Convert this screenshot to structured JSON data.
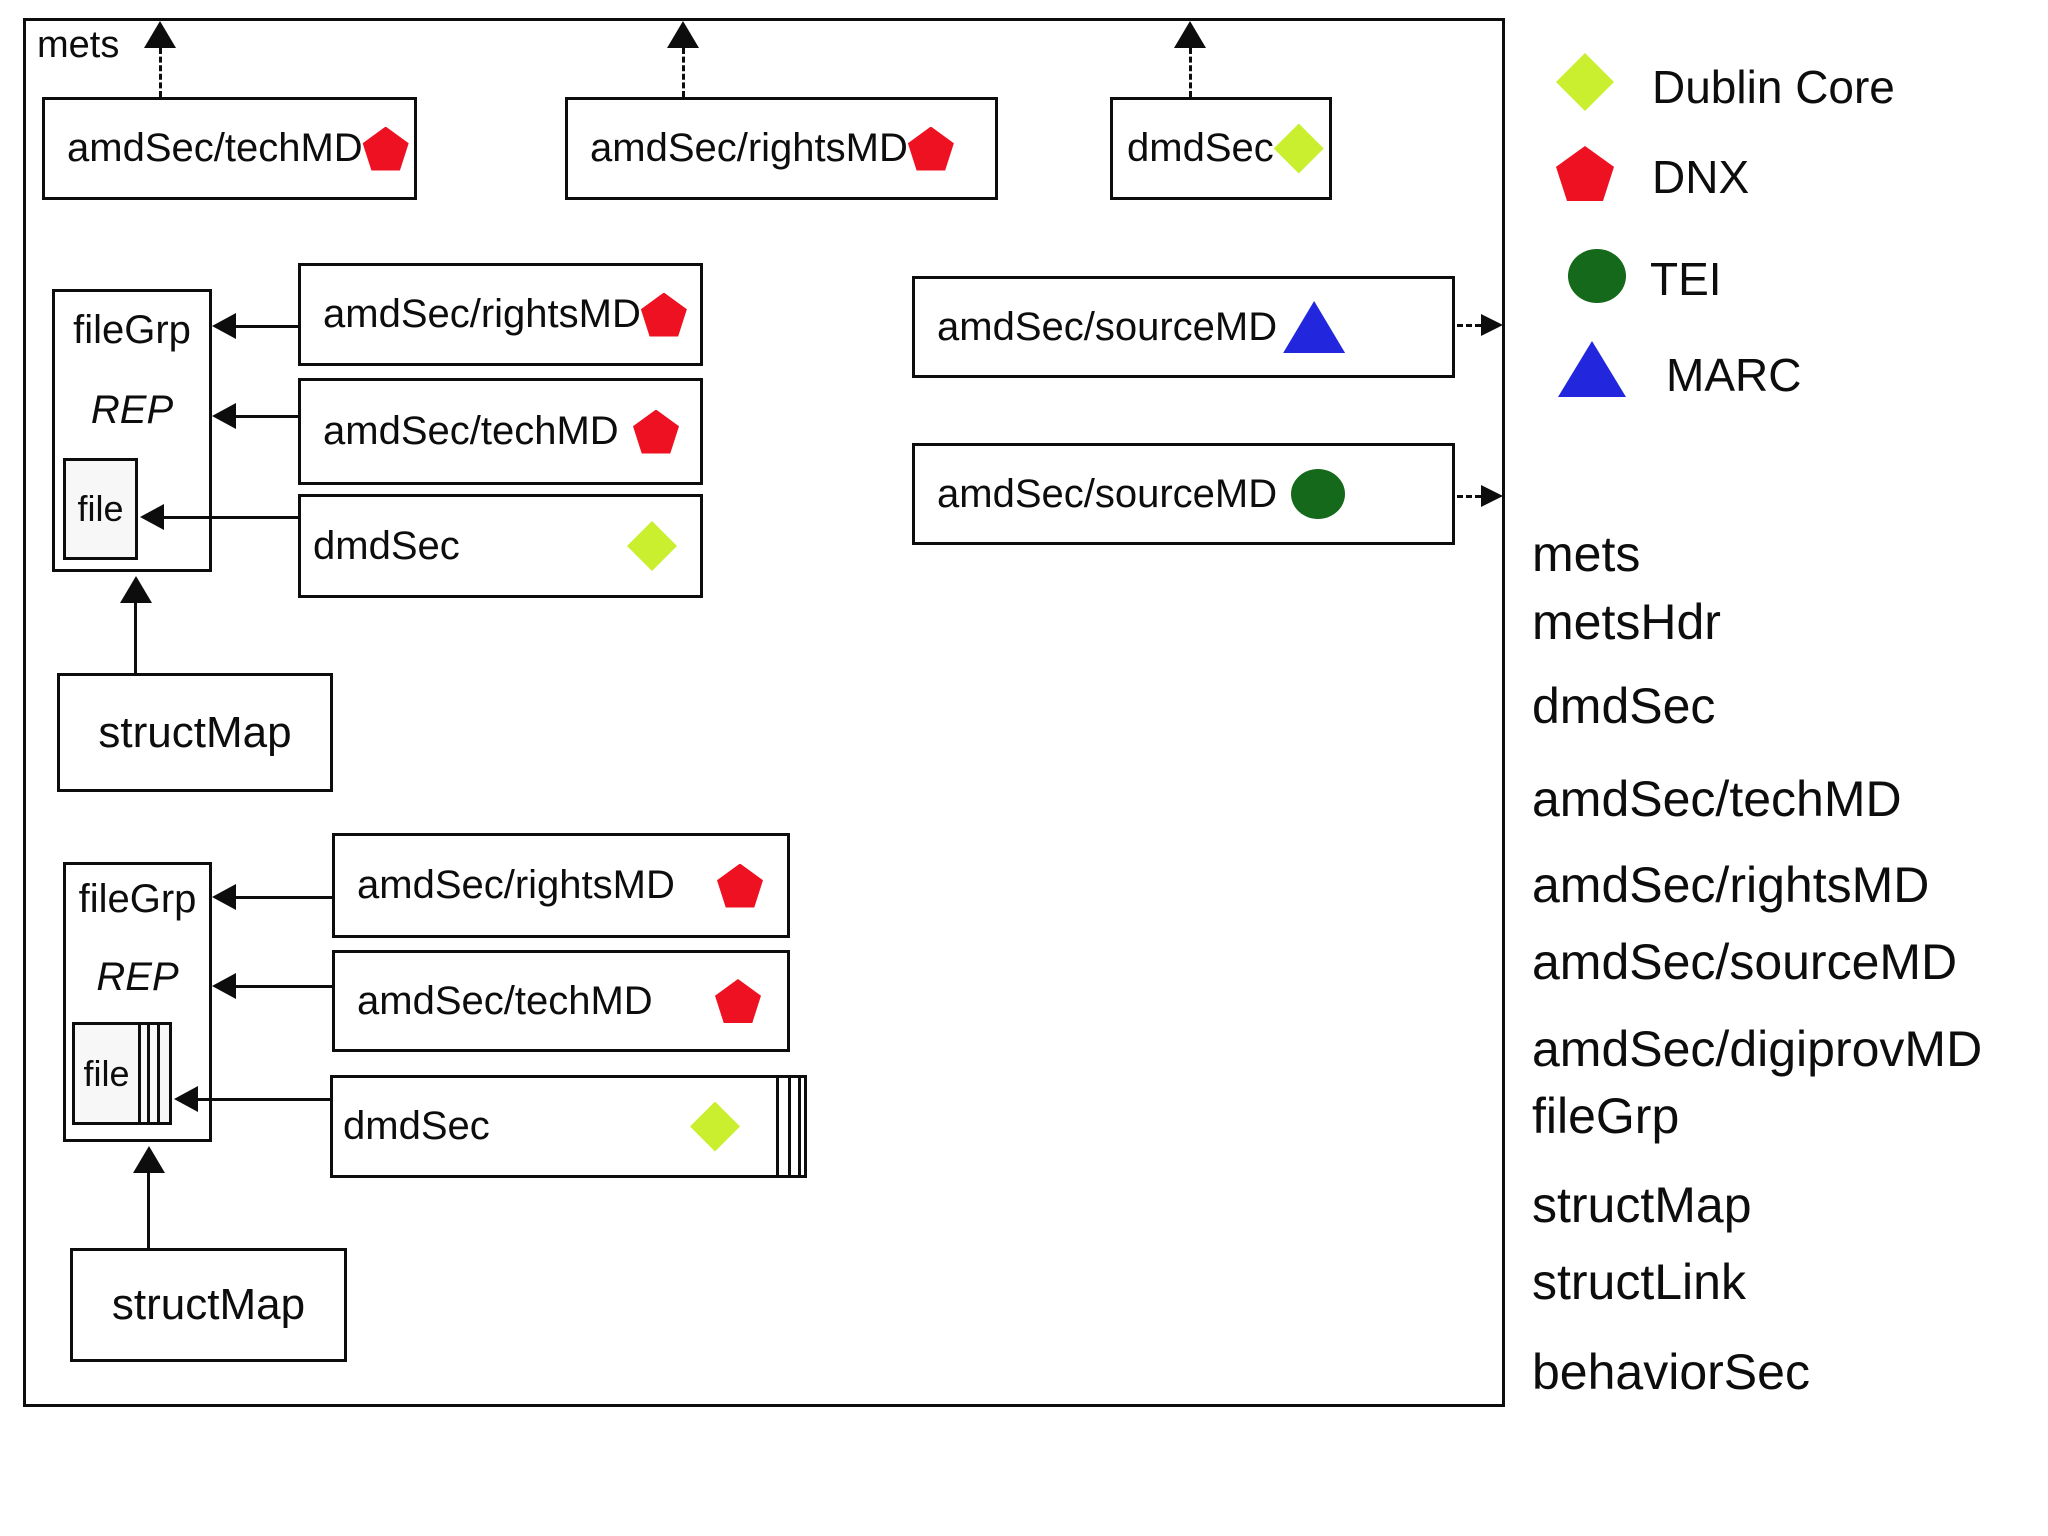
{
  "colors": {
    "dublin_core": "#c9ef2f",
    "dnx": "#ee1122",
    "tei": "#15691a",
    "marc": "#2227dd"
  },
  "container": {
    "label": "mets"
  },
  "boxes": {
    "top_techmd": "amdSec/techMD",
    "top_rightsmd": "amdSec/rightsMD",
    "top_dmdsec": "dmdSec",
    "mid_rightsmd": "amdSec/rightsMD",
    "mid_techmd": "amdSec/techMD",
    "mid_dmdsec": "dmdSec",
    "sourcemd_marc": "amdSec/sourceMD",
    "sourcemd_tei": "amdSec/sourceMD",
    "low_rightsmd": "amdSec/rightsMD",
    "low_techmd": "amdSec/techMD",
    "low_dmdsec": "dmdSec",
    "filegrp_upper": {
      "title": "fileGrp",
      "subtitle": "REP",
      "file_label": "file"
    },
    "filegrp_lower": {
      "title": "fileGrp",
      "subtitle": "REP",
      "file_label": "file"
    },
    "structmap_upper": "structMap",
    "structmap_lower": "structMap"
  },
  "legend": {
    "items": [
      {
        "label": "Dublin Core",
        "icon": "diamond"
      },
      {
        "label": "DNX",
        "icon": "pentagon"
      },
      {
        "label": "TEI",
        "icon": "circle"
      },
      {
        "label": "MARC",
        "icon": "triangle"
      }
    ]
  },
  "element_list": [
    "mets",
    "metsHdr",
    "dmdSec",
    "amdSec/techMD",
    "amdSec/rightsMD",
    "amdSec/sourceMD",
    "amdSec/digiprovMD",
    "fileGrp",
    "structMap",
    "structLink",
    "behaviorSec"
  ]
}
